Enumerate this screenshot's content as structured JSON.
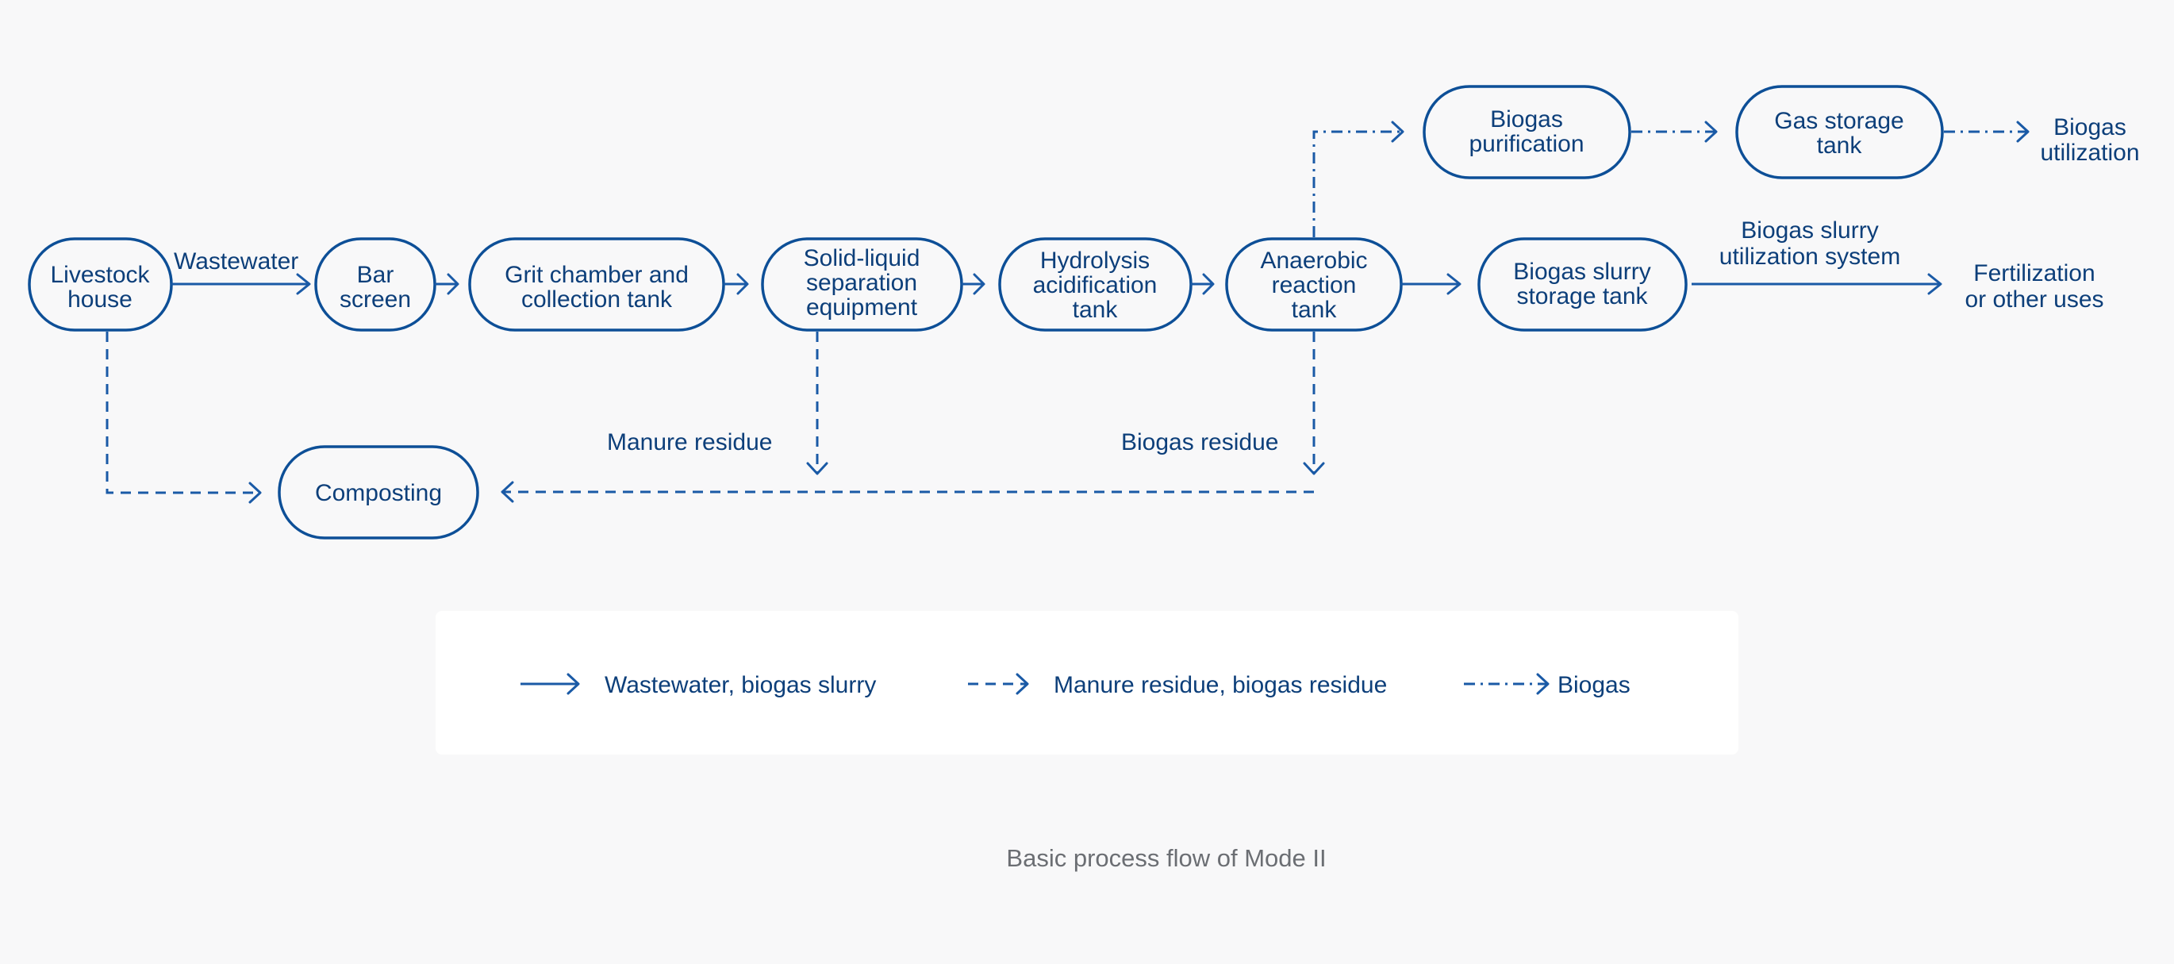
{
  "nodes": {
    "livestock_house": [
      "Livestock",
      "house"
    ],
    "bar_screen": [
      "Bar",
      "screen"
    ],
    "grit_chamber": [
      "Grit chamber and",
      "collection tank"
    ],
    "solid_liquid": [
      "Solid-liquid",
      "separation",
      "equipment"
    ],
    "hydrolysis": [
      "Hydrolysis",
      "acidification",
      "tank"
    ],
    "anaerobic": [
      "Anaerobic",
      "reaction",
      "tank"
    ],
    "slurry_storage": [
      "Biogas slurry",
      "storage tank"
    ],
    "purification": [
      "Biogas",
      "purification"
    ],
    "gas_storage": [
      "Gas storage",
      "tank"
    ],
    "composting": [
      "Composting"
    ]
  },
  "labels": {
    "wastewater": "Wastewater",
    "slurry_system": [
      "Biogas slurry",
      "utilization system"
    ],
    "fertilization": [
      "Fertilization",
      "or other uses"
    ],
    "biogas_utilization": [
      "Biogas",
      "utilization"
    ],
    "manure_residue": "Manure residue",
    "biogas_residue": "Biogas residue"
  },
  "legend": {
    "solid": "Wastewater, biogas slurry",
    "dashed": "Manure residue, biogas residue",
    "dashdot": "Biogas"
  },
  "caption": "Basic process flow of Mode II",
  "colors": {
    "line": "#1a5aa6",
    "text": "#0d3f7a",
    "background": "#f8f8f9",
    "caption": "#6b6e73"
  }
}
